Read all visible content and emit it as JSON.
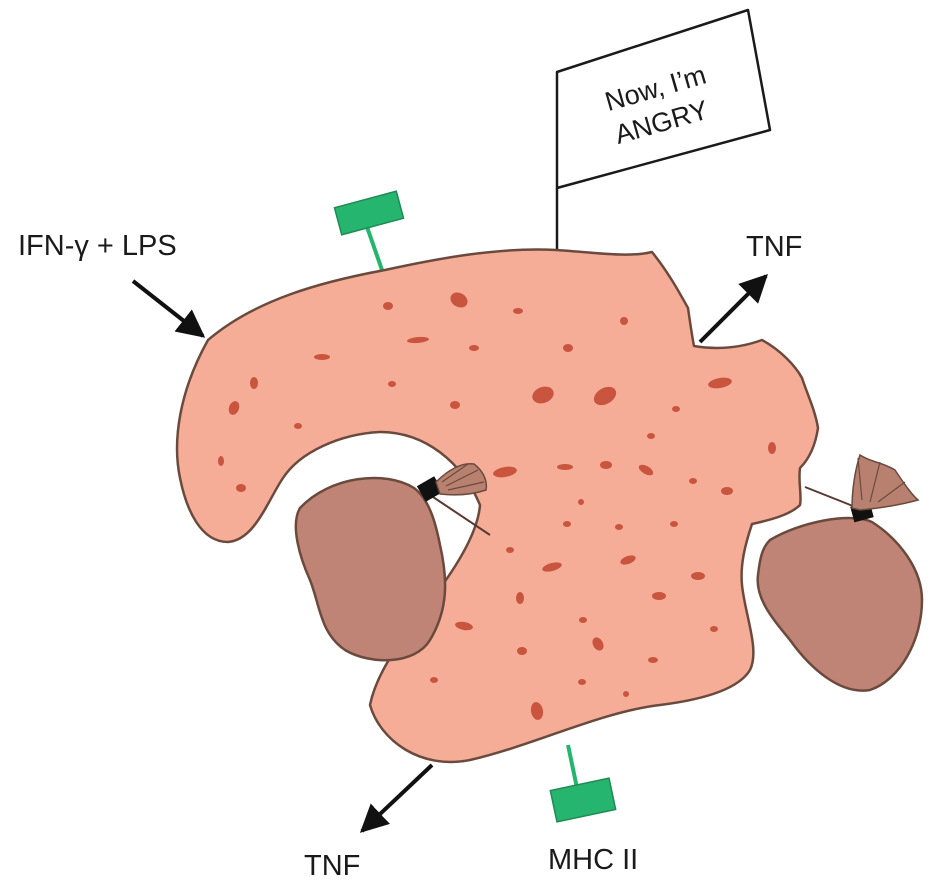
{
  "labels": {
    "stimulus": "IFN-γ + LPS",
    "flag_line1": "Now, I’m",
    "flag_line2": "ANGRY",
    "tnf_right": "TNF",
    "tnf_bottom": "TNF",
    "mhc": "MHC II"
  },
  "colors": {
    "macrophage_fill": "#f5ad98",
    "granule": "#c9553f",
    "outline": "#6b4a3e",
    "bacteria_fill": "#bf8475",
    "bacteria_outline": "#6b4a3e",
    "mhc_receptor": "#25b56e",
    "arrow": "#111111"
  },
  "icons": [
    "mhc-receptor-icon",
    "flag-icon",
    "bacterium-icon",
    "arrow-icon"
  ]
}
